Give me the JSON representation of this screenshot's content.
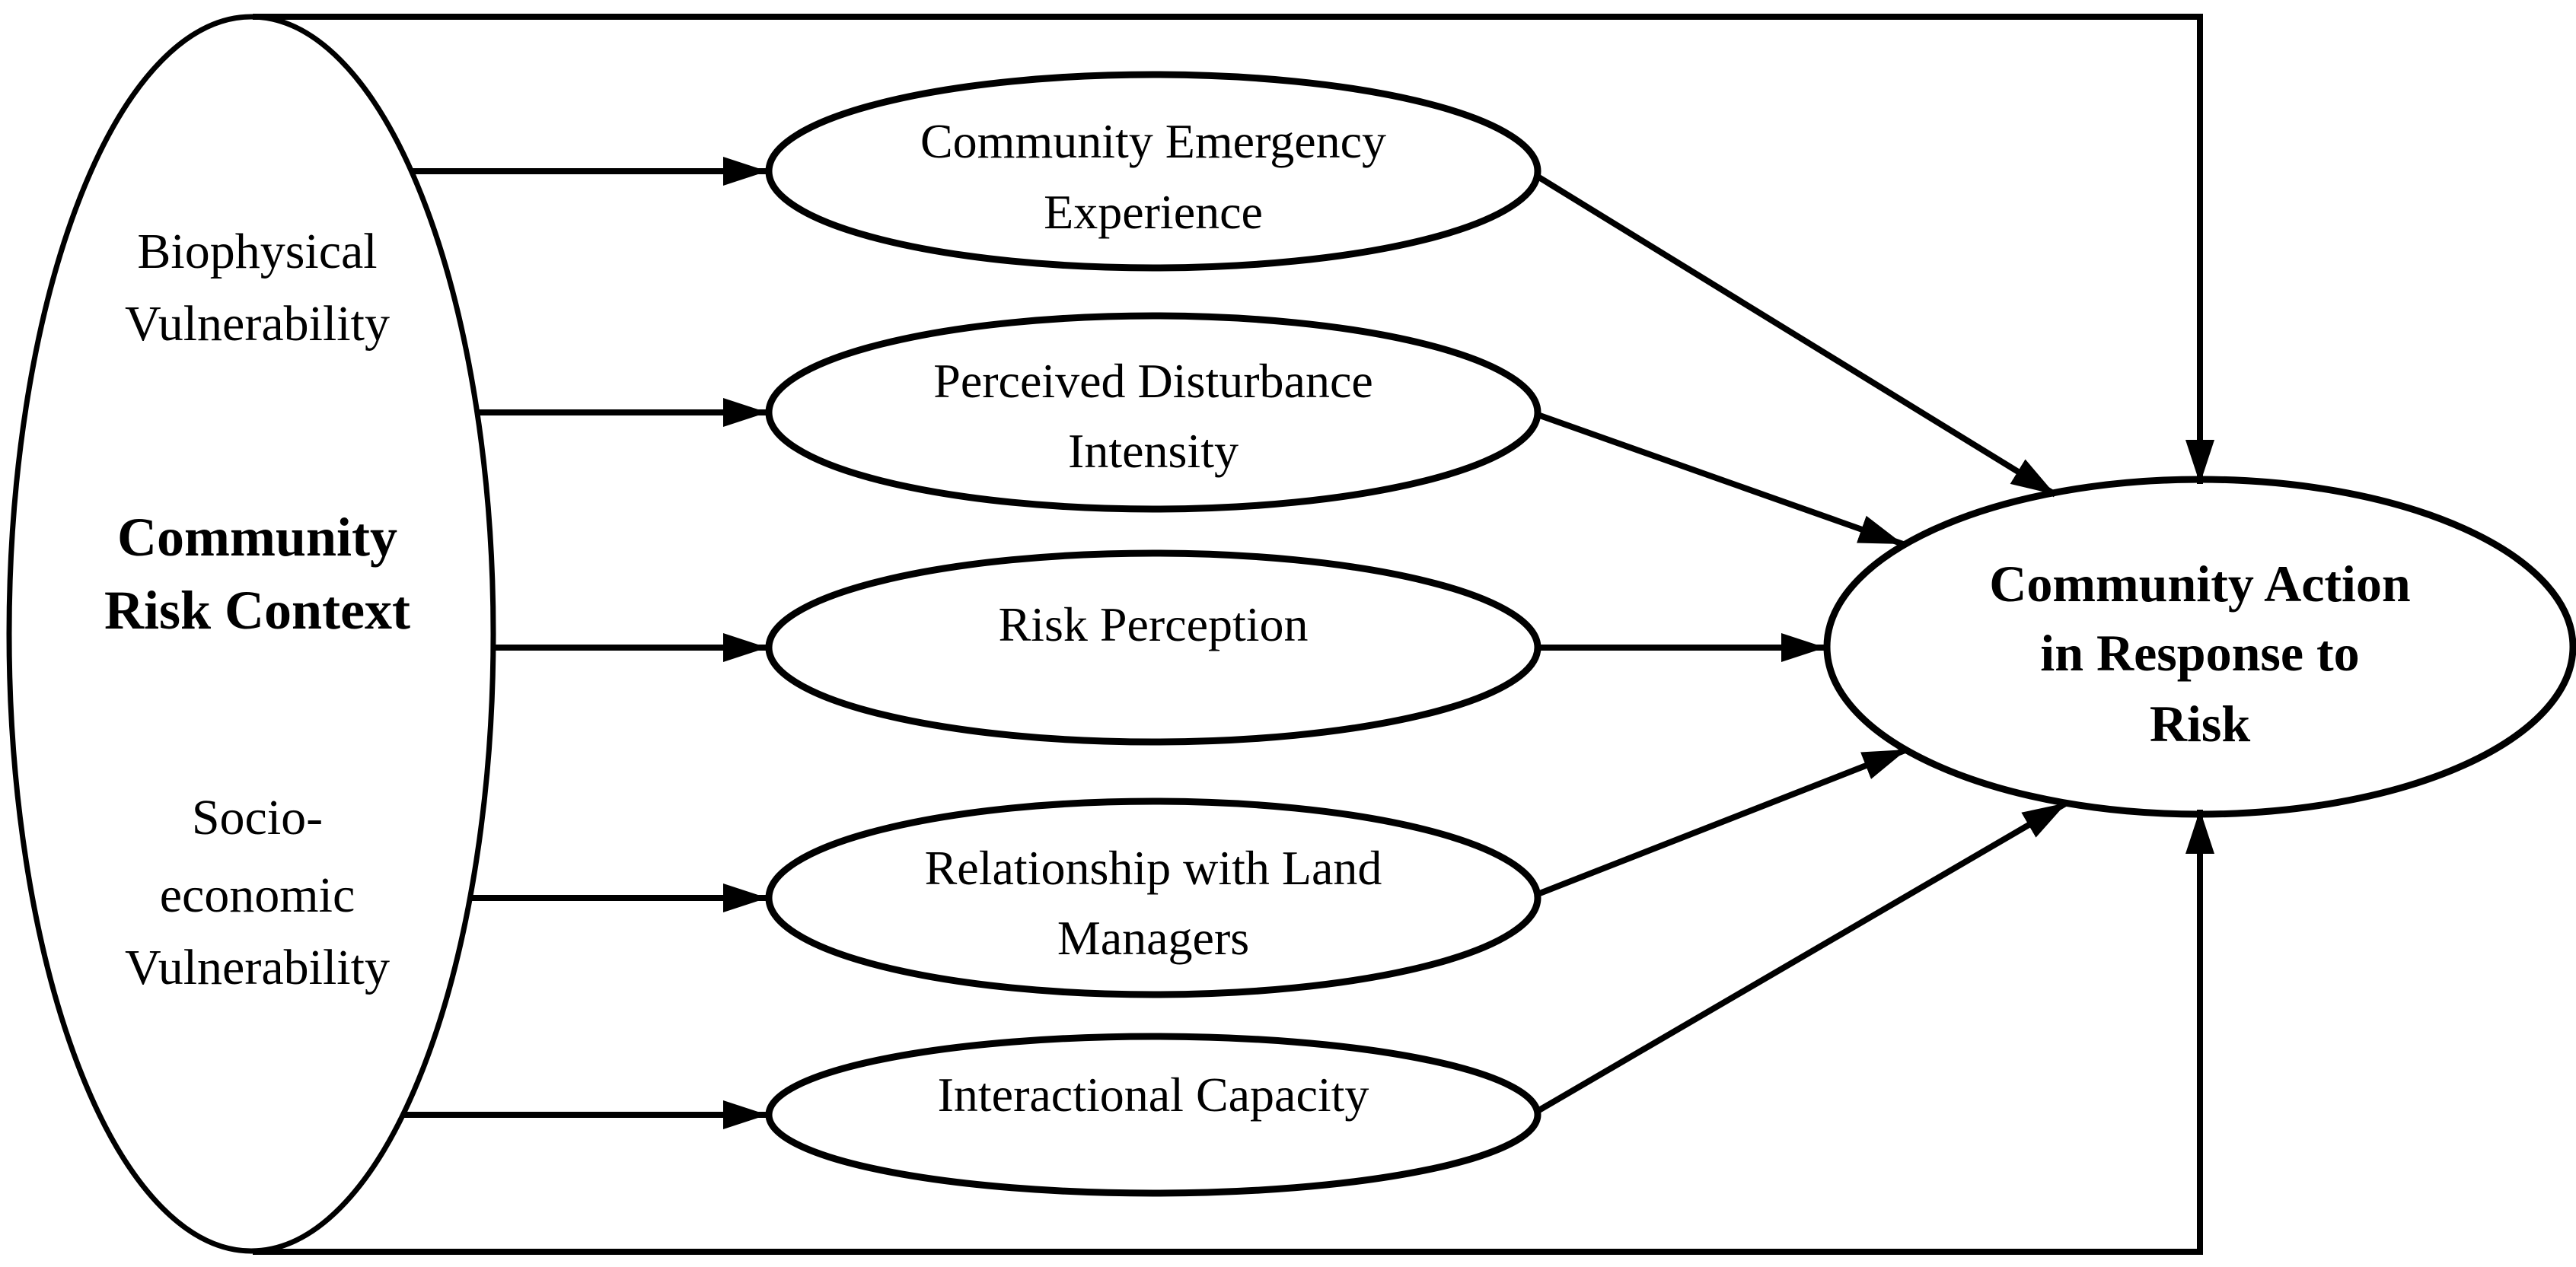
{
  "figure": {
    "type": "conceptual-path-model",
    "background_color": "#ffffff",
    "stroke_color": "#000000",
    "text_color": "#000000"
  },
  "nodes": {
    "context": {
      "top_label": [
        "Biophysical",
        "Vulnerability"
      ],
      "center_title": [
        "Community",
        "Risk Context"
      ],
      "bottom_label": [
        "Socio-",
        "economic",
        "Vulnerability"
      ]
    },
    "mediators": [
      {
        "id": "community-emergency-experience",
        "lines": [
          "Community Emergency",
          "Experience"
        ]
      },
      {
        "id": "perceived-disturbance-intensity",
        "lines": [
          "Perceived Disturbance",
          "Intensity"
        ]
      },
      {
        "id": "risk-perception",
        "lines": [
          "Risk Perception"
        ]
      },
      {
        "id": "relationship-with-land-managers",
        "lines": [
          "Relationship with Land",
          "Managers"
        ]
      },
      {
        "id": "interactional-capacity",
        "lines": [
          "Interactional Capacity"
        ]
      }
    ],
    "outcome": {
      "lines": [
        "Community Action",
        "in Response to",
        "Risk"
      ]
    }
  },
  "edges": {
    "context_to_mediators": 5,
    "mediators_to_outcome": 5,
    "feedback_top": "context-top to outcome-top",
    "feedback_bottom": "context-bottom to outcome-bottom"
  }
}
